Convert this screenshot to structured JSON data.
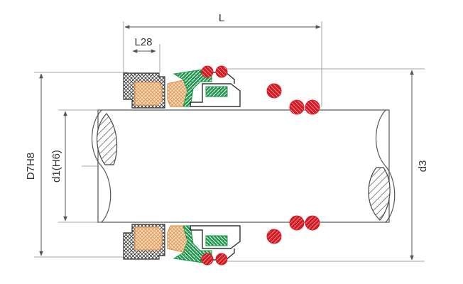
{
  "labels": {
    "length": "L",
    "length_28": "L28",
    "outer_diameter": "D7H8",
    "shaft_diameter": "d1(H6)",
    "diameter_3": "d3"
  },
  "colors": {
    "line": "#555555",
    "black_hatch": "#333333",
    "orange": "#e0924a",
    "orange_fill": "#f7ddc2",
    "green": "#1c9a4a",
    "red": "#d41b24",
    "shaft_hatch": "#444444"
  }
}
